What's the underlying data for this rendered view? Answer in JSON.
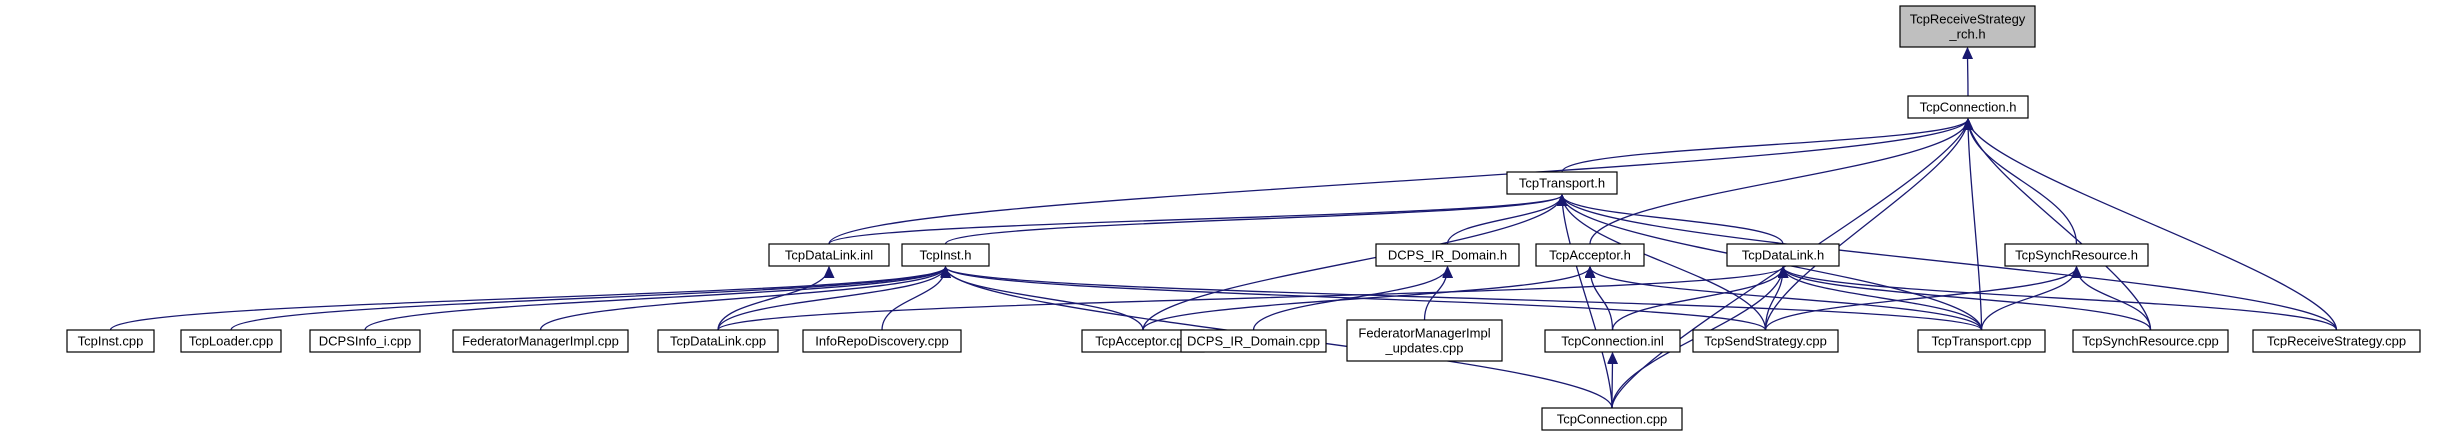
{
  "colors": {
    "edge": "#191970",
    "root_fill": "#bfbfbf",
    "node_fill": "#ffffff",
    "node_border": "#000000"
  },
  "nodes": {
    "rs_h": {
      "lines": [
        "TcpReceiveStrategy",
        "_rch.h"
      ],
      "root": true
    },
    "conn_h": {
      "lines": [
        "TcpConnection.h"
      ]
    },
    "tr_h": {
      "lines": [
        "TcpTransport.h"
      ]
    },
    "dl_inl": {
      "lines": [
        "TcpDataLink.inl"
      ]
    },
    "inst_h": {
      "lines": [
        "TcpInst.h"
      ]
    },
    "dcps_h": {
      "lines": [
        "DCPS_IR_Domain.h"
      ]
    },
    "acc_h": {
      "lines": [
        "TcpAcceptor.h"
      ]
    },
    "dl_h": {
      "lines": [
        "TcpDataLink.h"
      ]
    },
    "sr_h": {
      "lines": [
        "TcpSynchResource.h"
      ]
    },
    "inst_c": {
      "lines": [
        "TcpInst.cpp"
      ]
    },
    "load_c": {
      "lines": [
        "TcpLoader.cpp"
      ]
    },
    "dinf_c": {
      "lines": [
        "DCPSInfo_i.cpp"
      ]
    },
    "fmi_c": {
      "lines": [
        "FederatorManagerImpl.cpp"
      ]
    },
    "dl_c": {
      "lines": [
        "TcpDataLink.cpp"
      ]
    },
    "ird_c": {
      "lines": [
        "InfoRepoDiscovery.cpp"
      ]
    },
    "acc_c": {
      "lines": [
        "TcpAcceptor.cpp"
      ]
    },
    "dcps_c": {
      "lines": [
        "DCPS_IR_Domain.cpp"
      ]
    },
    "fmiu_c": {
      "lines": [
        "FederatorManagerImpl",
        "_updates.cpp"
      ]
    },
    "conn_i": {
      "lines": [
        "TcpConnection.inl"
      ]
    },
    "ss_c": {
      "lines": [
        "TcpSendStrategy.cpp"
      ]
    },
    "tr_c": {
      "lines": [
        "TcpTransport.cpp"
      ]
    },
    "sr_c": {
      "lines": [
        "TcpSynchResource.cpp"
      ]
    },
    "rs_c": {
      "lines": [
        "TcpReceiveStrategy.cpp"
      ]
    },
    "conn_c": {
      "lines": [
        "TcpConnection.cpp"
      ]
    }
  },
  "edges": [
    [
      "conn_h",
      "rs_h"
    ],
    [
      "tr_h",
      "conn_h"
    ],
    [
      "dl_inl",
      "conn_h"
    ],
    [
      "acc_h",
      "conn_h"
    ],
    [
      "sr_h",
      "conn_h"
    ],
    [
      "ss_c",
      "conn_h"
    ],
    [
      "tr_c",
      "conn_h"
    ],
    [
      "sr_c",
      "conn_h"
    ],
    [
      "rs_c",
      "conn_h"
    ],
    [
      "conn_c",
      "conn_h"
    ],
    [
      "dl_inl",
      "tr_h"
    ],
    [
      "inst_h",
      "tr_h"
    ],
    [
      "dcps_h",
      "tr_h"
    ],
    [
      "dl_h",
      "tr_h"
    ],
    [
      "acc_c",
      "tr_h"
    ],
    [
      "ss_c",
      "tr_h"
    ],
    [
      "tr_c",
      "tr_h"
    ],
    [
      "rs_c",
      "tr_h"
    ],
    [
      "conn_c",
      "tr_h"
    ],
    [
      "dl_c",
      "dl_inl"
    ],
    [
      "inst_c",
      "inst_h"
    ],
    [
      "load_c",
      "inst_h"
    ],
    [
      "dinf_c",
      "inst_h"
    ],
    [
      "fmi_c",
      "inst_h"
    ],
    [
      "dl_c",
      "inst_h"
    ],
    [
      "ird_c",
      "inst_h"
    ],
    [
      "acc_c",
      "inst_h"
    ],
    [
      "ss_c",
      "inst_h"
    ],
    [
      "tr_c",
      "inst_h"
    ],
    [
      "conn_c",
      "inst_h"
    ],
    [
      "dcps_c",
      "dcps_h"
    ],
    [
      "fmiu_c",
      "dcps_h"
    ],
    [
      "acc_c",
      "acc_h"
    ],
    [
      "conn_i",
      "acc_h"
    ],
    [
      "tr_c",
      "acc_h"
    ],
    [
      "dl_c",
      "dl_h"
    ],
    [
      "conn_i",
      "dl_h"
    ],
    [
      "ss_c",
      "dl_h"
    ],
    [
      "tr_c",
      "dl_h"
    ],
    [
      "sr_c",
      "dl_h"
    ],
    [
      "rs_c",
      "dl_h"
    ],
    [
      "conn_c",
      "dl_h"
    ],
    [
      "ss_c",
      "sr_h"
    ],
    [
      "tr_c",
      "sr_h"
    ],
    [
      "sr_c",
      "sr_h"
    ],
    [
      "conn_c",
      "conn_i"
    ]
  ]
}
